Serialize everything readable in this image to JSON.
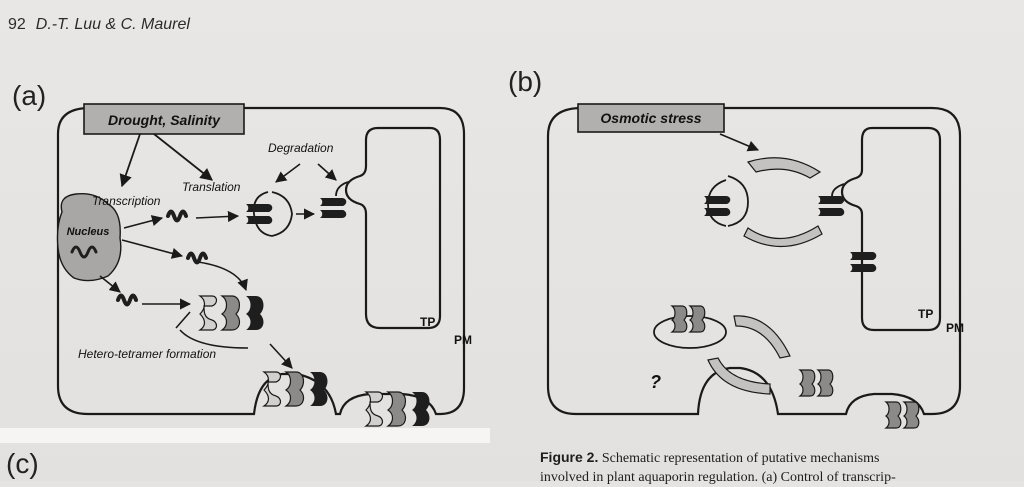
{
  "header": {
    "page_number": "92",
    "authors": "D.-T. Luu & C. Maurel"
  },
  "panels": {
    "a": {
      "label": "(a)",
      "stress_box": "Drought, Salinity",
      "nucleus": "Nucleus",
      "transcription": "Transcription",
      "translation": "Translation",
      "degradation": "Degradation",
      "hetero_tetramer": "Hetero-tetramer formation",
      "tp": "TP",
      "pm": "PM"
    },
    "b": {
      "label": "(b)",
      "stress_box": "Osmotic stress",
      "tp": "TP",
      "pm": "PM",
      "question": "?"
    },
    "c": {
      "label": "(c)"
    }
  },
  "caption": {
    "figure_label": "Figure 2.",
    "line1": "Schematic representation of putative mechanisms",
    "line2": "involved in plant aquaporin regulation. (a) Control of transcrip-"
  },
  "colors": {
    "stress_box": "#b2b0ae",
    "nucleus": "#a9a7a5",
    "dark_protein": "#1e1e1e",
    "grey_protein": "#8c8a88",
    "light_protein": "#d2d0ce"
  }
}
